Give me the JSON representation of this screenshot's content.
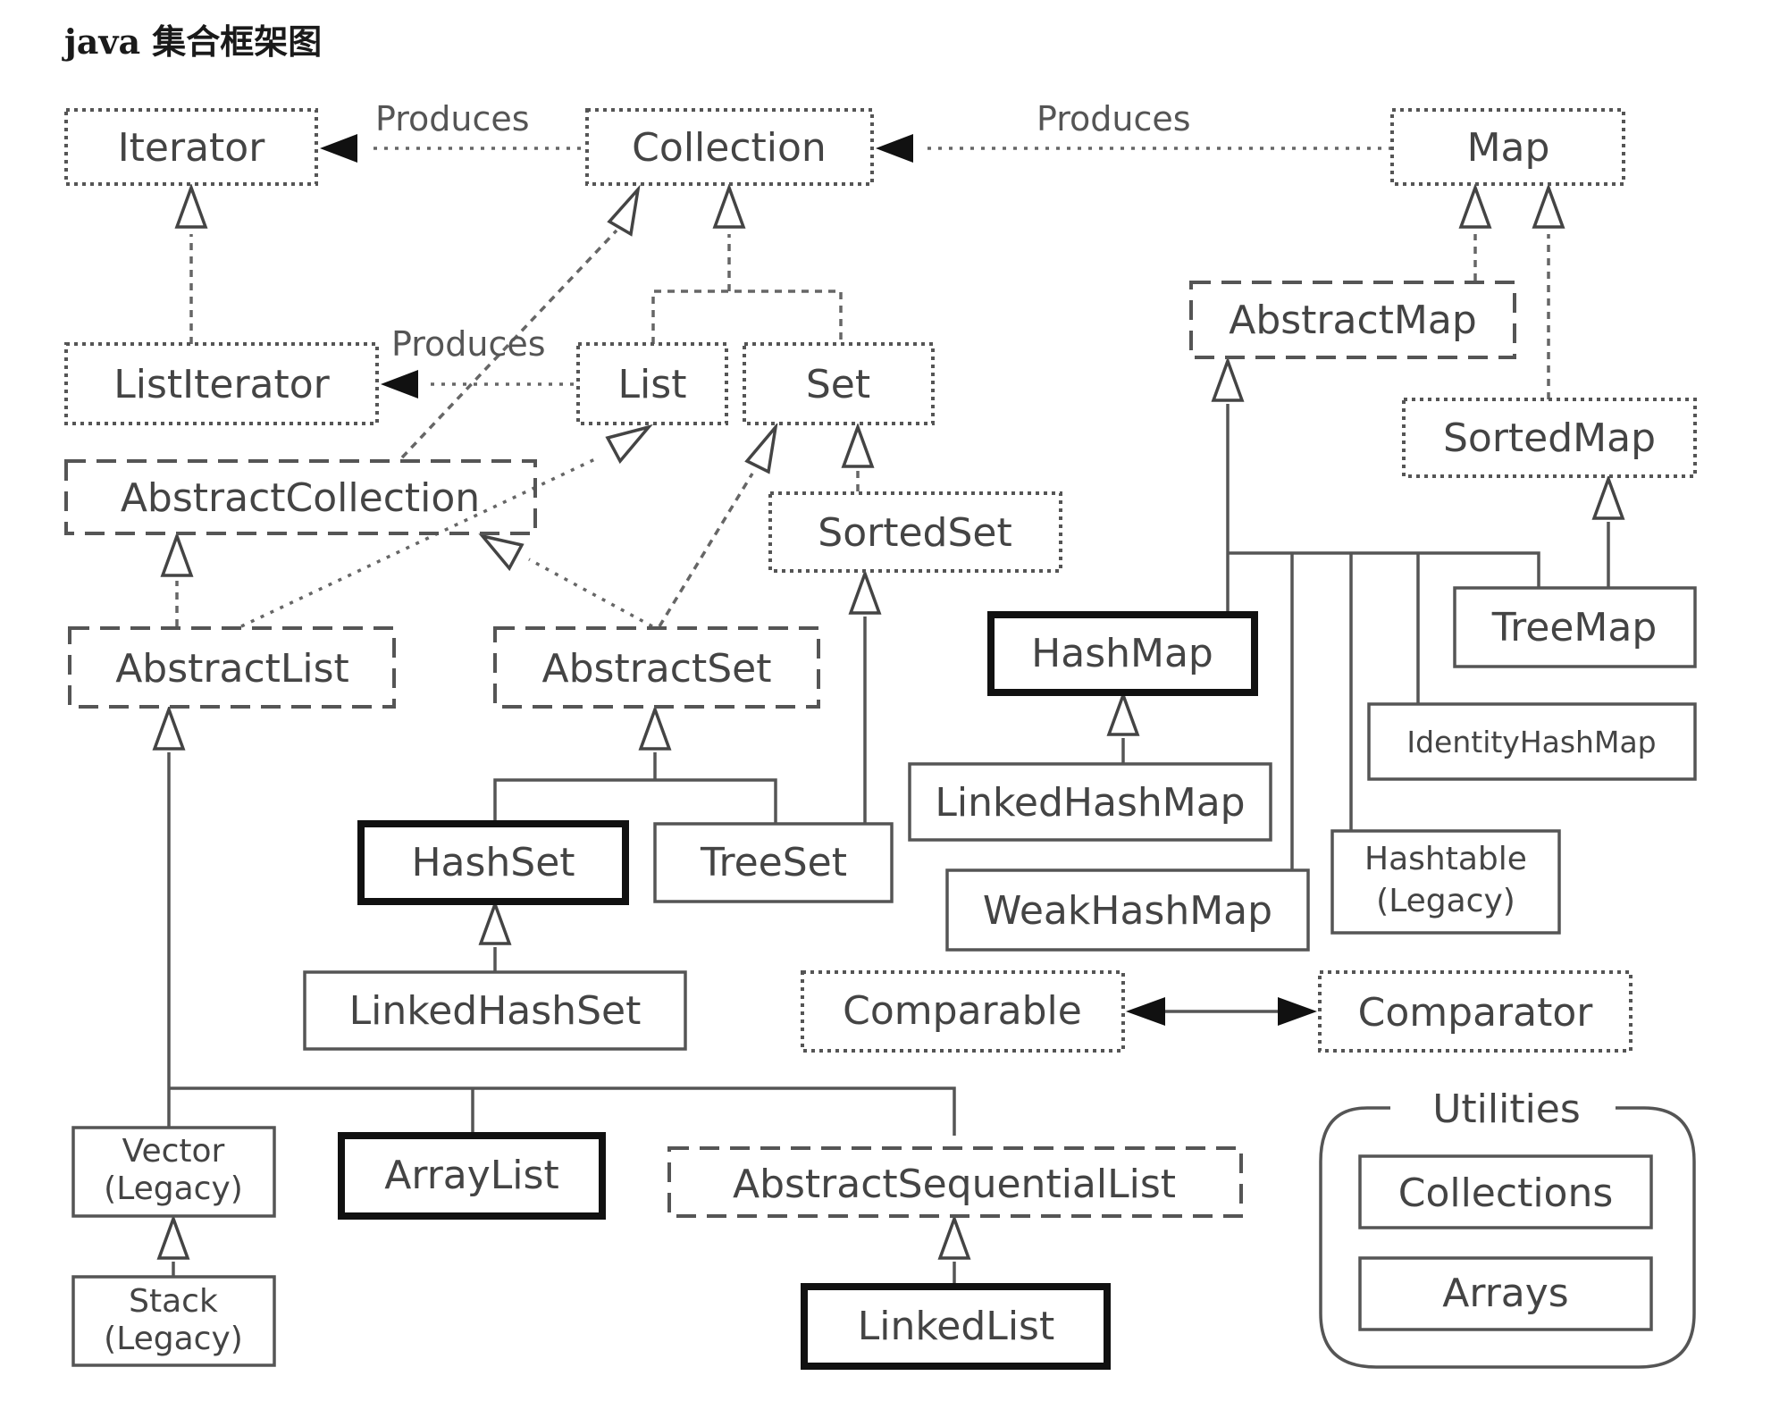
{
  "title": "java 集合框架图",
  "edge_labels": {
    "produces_collection_iterator": "Produces",
    "produces_map_collection": "Produces",
    "produces_list_listiterator": "Produces"
  },
  "nodes": {
    "iterator": {
      "label": "Iterator",
      "kind": "interface"
    },
    "collection": {
      "label": "Collection",
      "kind": "interface"
    },
    "map": {
      "label": "Map",
      "kind": "interface"
    },
    "list_iterator": {
      "label": "ListIterator",
      "kind": "interface"
    },
    "list": {
      "label": "List",
      "kind": "interface"
    },
    "set": {
      "label": "Set",
      "kind": "interface"
    },
    "abstract_collection": {
      "label": "AbstractCollection",
      "kind": "abstract"
    },
    "sorted_set": {
      "label": "SortedSet",
      "kind": "interface"
    },
    "abstract_map": {
      "label": "AbstractMap",
      "kind": "abstract"
    },
    "sorted_map": {
      "label": "SortedMap",
      "kind": "interface"
    },
    "abstract_list": {
      "label": "AbstractList",
      "kind": "abstract"
    },
    "abstract_set": {
      "label": "AbstractSet",
      "kind": "abstract"
    },
    "hash_map": {
      "label": "HashMap",
      "kind": "concrete-highlight"
    },
    "tree_map": {
      "label": "TreeMap",
      "kind": "concrete"
    },
    "identity_hash_map": {
      "label": "IdentityHashMap",
      "kind": "concrete"
    },
    "linked_hash_map": {
      "label": "LinkedHashMap",
      "kind": "concrete"
    },
    "hash_set": {
      "label": "HashSet",
      "kind": "concrete-highlight"
    },
    "tree_set": {
      "label": "TreeSet",
      "kind": "concrete"
    },
    "hashtable": {
      "label": "Hashtable",
      "label2": "(Legacy)",
      "kind": "concrete"
    },
    "weak_hash_map": {
      "label": "WeakHashMap",
      "kind": "concrete"
    },
    "linked_hash_set": {
      "label": "LinkedHashSet",
      "kind": "concrete"
    },
    "comparable": {
      "label": "Comparable",
      "kind": "interface"
    },
    "comparator": {
      "label": "Comparator",
      "kind": "interface"
    },
    "vector": {
      "label": "Vector",
      "label2": "(Legacy)",
      "kind": "concrete"
    },
    "array_list": {
      "label": "ArrayList",
      "kind": "concrete-highlight"
    },
    "abstract_sequential_list": {
      "label": "AbstractSequentialList",
      "kind": "abstract"
    },
    "stack": {
      "label": "Stack",
      "label2": "(Legacy)",
      "kind": "concrete"
    },
    "linked_list": {
      "label": "LinkedList",
      "kind": "concrete-highlight"
    }
  },
  "utilities": {
    "title": "Utilities",
    "items": [
      "Collections",
      "Arrays"
    ]
  }
}
